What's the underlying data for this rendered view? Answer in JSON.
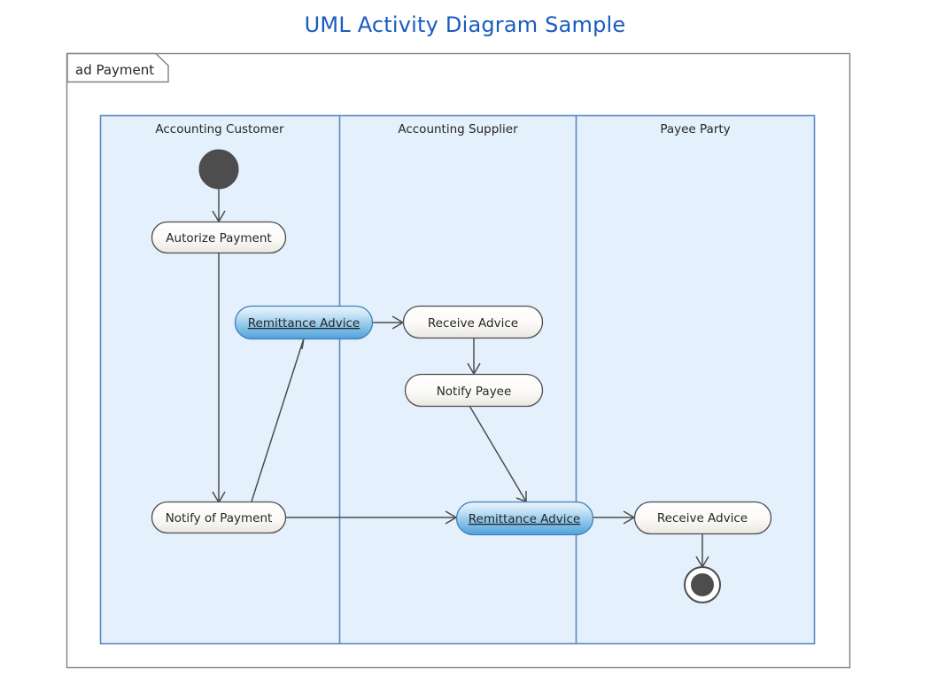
{
  "page": {
    "title": "UML Activity Diagram Sample",
    "title_color": "#1a5bbf",
    "background": "#ffffff"
  },
  "frame": {
    "label": "ad Payment",
    "border_color": "#808080"
  },
  "pool": {
    "background": "#e4f0fb",
    "border_color": "#5b86c4",
    "divider_color": "#5b86c4",
    "lanes": [
      {
        "id": "lane-accounting-customer",
        "label": "Accounting Customer"
      },
      {
        "id": "lane-accounting-supplier",
        "label": "Accounting Supplier"
      },
      {
        "id": "lane-payee-party",
        "label": "Payee Party"
      }
    ]
  },
  "nodes": [
    {
      "id": "initial-node",
      "type": "initial",
      "label": "",
      "lane": "Accounting Customer"
    },
    {
      "id": "autorize-payment",
      "type": "action",
      "label": "Autorize Payment",
      "lane": "Accounting Customer",
      "style": "plain"
    },
    {
      "id": "remittance-advice-customer",
      "type": "object",
      "label": "Remittance Advice",
      "lane": "Accounting Customer",
      "style": "highlighted"
    },
    {
      "id": "notify-of-payment",
      "type": "action",
      "label": "Notify of Payment",
      "lane": "Accounting Customer",
      "style": "plain"
    },
    {
      "id": "receive-advice-supplier",
      "type": "action",
      "label": "Receive Advice",
      "lane": "Accounting Supplier",
      "style": "plain"
    },
    {
      "id": "notify-payee",
      "type": "action",
      "label": "Notify Payee",
      "lane": "Accounting Supplier",
      "style": "plain"
    },
    {
      "id": "remittance-advice-supplier",
      "type": "object",
      "label": "Remittance Advice",
      "lane": "Accounting Supplier",
      "style": "highlighted"
    },
    {
      "id": "receive-advice-payee",
      "type": "action",
      "label": "Receive Advice",
      "lane": "Payee Party",
      "style": "plain"
    },
    {
      "id": "final-node",
      "type": "final",
      "label": "",
      "lane": "Payee Party"
    }
  ],
  "edges": [
    {
      "id": "edge-initial-to-autorize",
      "from": "initial-node",
      "to": "autorize-payment"
    },
    {
      "id": "edge-autorize-to-notify-of-payment",
      "from": "autorize-payment",
      "to": "notify-of-payment"
    },
    {
      "id": "edge-notify-of-payment-to-remittance-customer",
      "from": "notify-of-payment",
      "to": "remittance-advice-customer"
    },
    {
      "id": "edge-remittance-customer-to-receive-advice-supplier",
      "from": "remittance-advice-customer",
      "to": "receive-advice-supplier"
    },
    {
      "id": "edge-receive-advice-supplier-to-notify-payee",
      "from": "receive-advice-supplier",
      "to": "notify-payee"
    },
    {
      "id": "edge-notify-payee-to-remittance-supplier",
      "from": "notify-payee",
      "to": "remittance-advice-supplier"
    },
    {
      "id": "edge-notify-of-payment-to-remittance-supplier",
      "from": "notify-of-payment",
      "to": "remittance-advice-supplier"
    },
    {
      "id": "edge-remittance-supplier-to-receive-advice-payee",
      "from": "remittance-advice-supplier",
      "to": "receive-advice-payee"
    },
    {
      "id": "edge-receive-advice-payee-to-final",
      "from": "receive-advice-payee",
      "to": "final-node"
    }
  ],
  "colors": {
    "node_fill_top": "#ffffff",
    "node_fill_bottom": "#eceae4",
    "node_stroke": "#4d4d4d",
    "highlight_fill_top": "#ddeefb",
    "highlight_fill_bottom": "#4fa3dd",
    "highlight_stroke": "#3f7fba",
    "edge_color": "#4d4d4d",
    "initial_fill": "#4d4d4d",
    "final_outer": "#4d4d4d",
    "final_inner": "#4d4d4d"
  }
}
